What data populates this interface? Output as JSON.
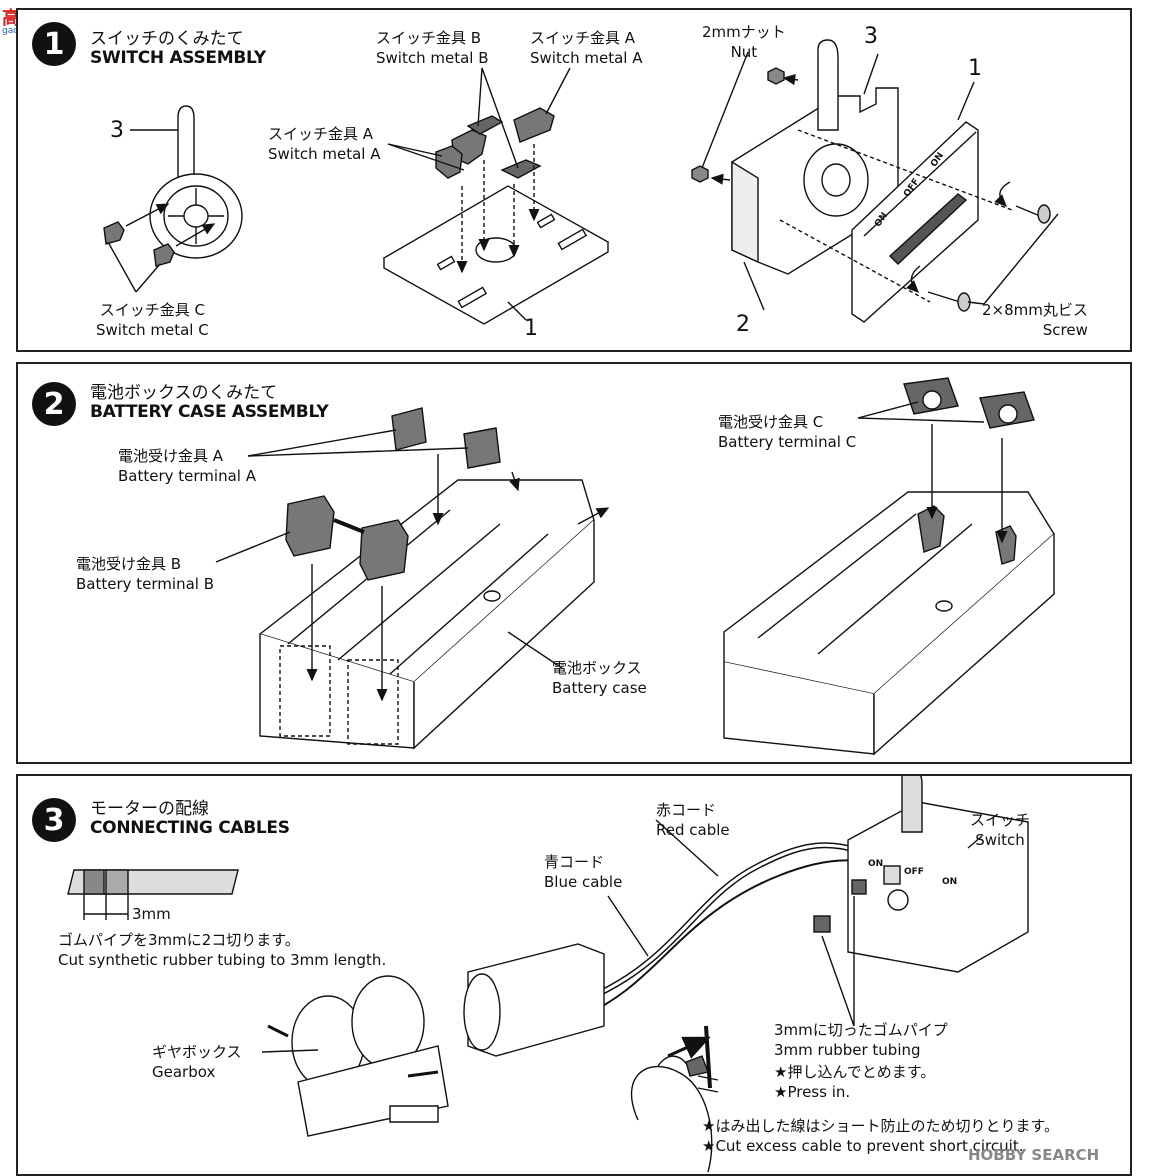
{
  "watermark": {
    "top_logo": "高●网",
    "top_url": "gao.shun.com",
    "bottom": "HOBBY SEARCH"
  },
  "step1": {
    "number": "1",
    "title_jp": "スイッチのくみたて",
    "title_en": "SWITCH ASSEMBLY",
    "labels": {
      "part3_left": "3",
      "switch_metal_c_jp": "スイッチ金具 C",
      "switch_metal_c_en": "Switch metal C",
      "switch_metal_b_jp": "スイッチ金具 B",
      "switch_metal_b_en": "Switch metal B",
      "switch_metal_a_top_jp": "スイッチ金具 A",
      "switch_metal_a_top_en": "Switch metal A",
      "switch_metal_a_mid_jp": "スイッチ金具 A",
      "switch_metal_a_mid_en": "Switch metal A",
      "part1_mid": "1",
      "nut_jp": "2mmナット",
      "nut_en": "Nut",
      "part3_right": "3",
      "part1_right": "1",
      "part2_right": "2",
      "screw_jp": "2×8mm丸ビス",
      "screw_en": "Screw",
      "plate_on_left": "ON",
      "plate_off": "OFF",
      "plate_on_right": "ON"
    }
  },
  "step2": {
    "number": "2",
    "title_jp": "電池ボックスのくみたて",
    "title_en": "BATTERY CASE ASSEMBLY",
    "labels": {
      "terminal_a_jp": "電池受け金具 A",
      "terminal_a_en": "Battery terminal A",
      "terminal_b_jp": "電池受け金具 B",
      "terminal_b_en": "Battery terminal B",
      "terminal_c_jp": "電池受け金具 C",
      "terminal_c_en": "Battery terminal C",
      "case_jp": "電池ボックス",
      "case_en": "Battery case"
    }
  },
  "step3": {
    "number": "3",
    "title_jp": "モーターの配線",
    "title_en": "CONNECTING CABLES",
    "labels": {
      "tube_measure": "3mm",
      "tube_note_jp": "ゴムパイプを3mmに2コ切ります。",
      "tube_note_en": "Cut synthetic rubber tubing to 3mm length.",
      "red_cable_jp": "赤コード",
      "red_cable_en": "Red cable",
      "blue_cable_jp": "青コード",
      "blue_cable_en": "Blue cable",
      "switch_jp": "スイッチ",
      "switch_en": "Switch",
      "gearbox_jp": "ギヤボックス",
      "gearbox_en": "Gearbox",
      "rubber_jp": "3mmに切ったゴムパイプ",
      "rubber_en": "3mm rubber tubing",
      "press_jp": "★押し込んでとめます。",
      "press_en": "★Press in.",
      "cut_jp": "★はみ出した線はショート防止のため切りとります。",
      "cut_en": "★Cut excess cable to prevent short circuit.",
      "sw_on_left": "ON",
      "sw_off": "OFF",
      "sw_on_right": "ON"
    }
  }
}
